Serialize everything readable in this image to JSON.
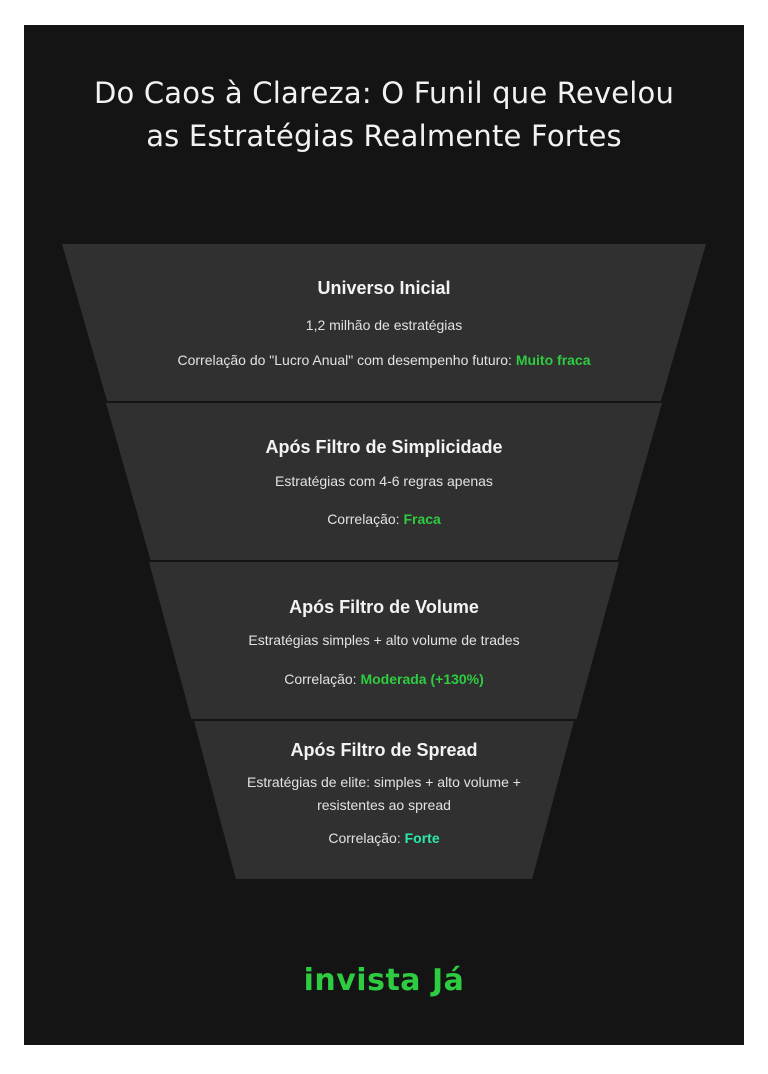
{
  "title": {
    "line1": "Do Caos à Clareza: O Funil que Revelou",
    "line2": "as Estratégias Realmente Fortes"
  },
  "stages": [
    {
      "title": "Universo Inicial",
      "description": "1,2 milhão de estratégias",
      "correlation_label": "Correlação do \"Lucro Anual\" com desempenho futuro: ",
      "correlation_value": "Muito fraca"
    },
    {
      "title": "Após Filtro de Simplicidade",
      "description": "Estratégias com 4-6 regras apenas",
      "correlation_label": "Correlação: ",
      "correlation_value": "Fraca"
    },
    {
      "title": "Após Filtro de Volume",
      "description": "Estratégias simples + alto volume de trades",
      "correlation_label": "Correlação: ",
      "correlation_value": "Moderada (+130%)"
    },
    {
      "title": "Após Filtro de Spread",
      "description": "Estratégias de elite: simples + alto volume + resistentes ao spread",
      "correlation_label": "Correlação: ",
      "correlation_value": "Forte"
    }
  ],
  "logo": "invista Já",
  "colors": {
    "background": "#141414",
    "stage_fill": "#303030",
    "accent_green": "#2ecc40",
    "accent_teal": "#2ee8a8"
  }
}
